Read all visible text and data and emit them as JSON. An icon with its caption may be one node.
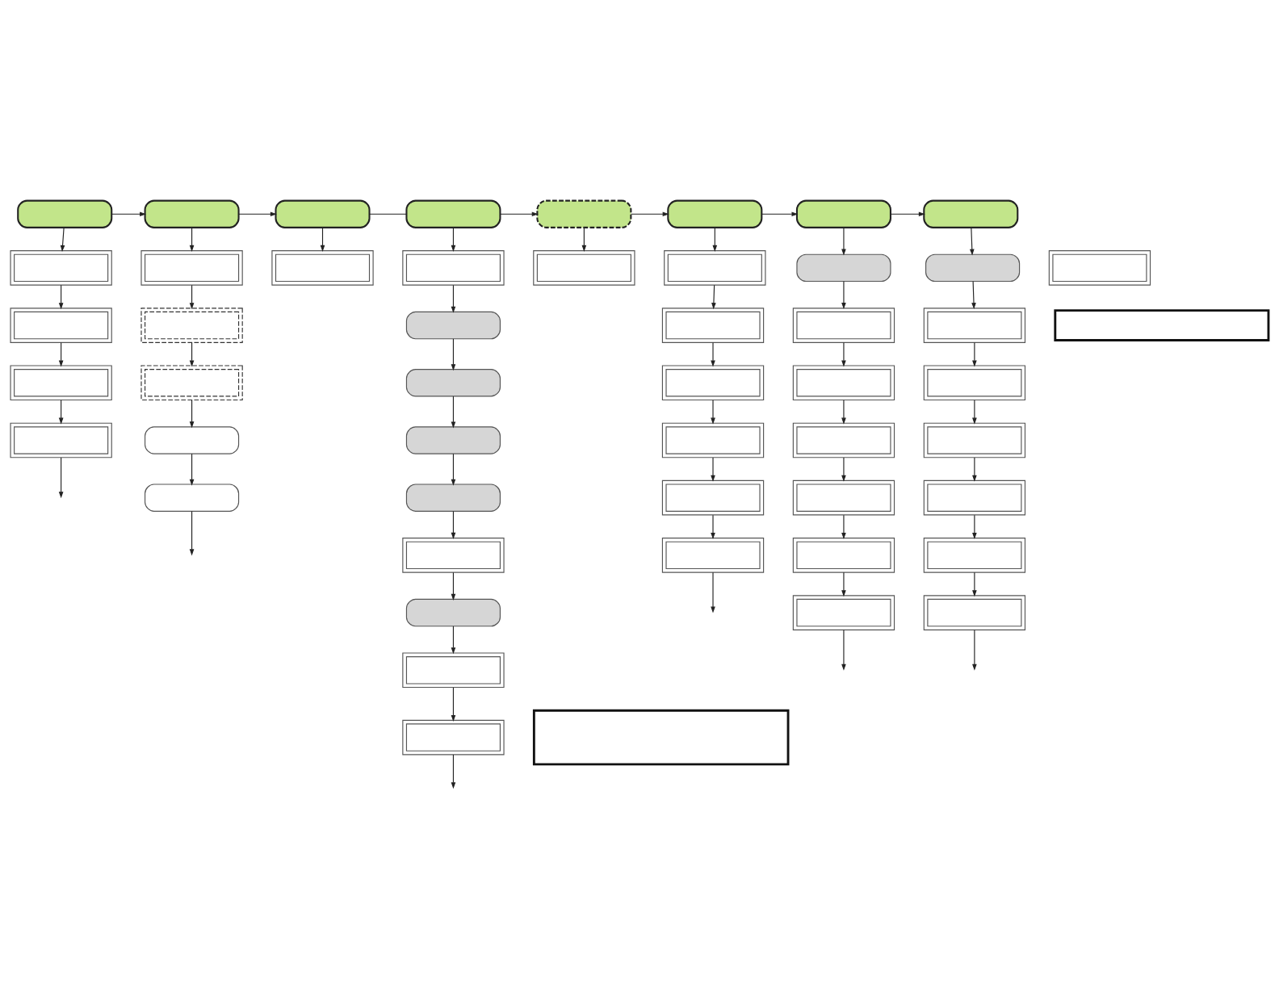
{
  "diagram": {
    "nodes": [
      {
        "text": [],
        "shape": "box"
      },
      {
        "text": [],
        "shape": "box"
      },
      {
        "text": [],
        "shape": "box"
      },
      {
        "text": [],
        "shape": "box"
      },
      {
        "text": [],
        "shape": "box"
      },
      {
        "text": [],
        "shape": "box"
      },
      {
        "text": [],
        "shape": "box"
      },
      {
        "text": [],
        "shape": "box"
      },
      {
        "text": [],
        "shape": "box"
      },
      {
        "text": [],
        "shape": "box"
      },
      {
        "text": [],
        "shape": "box"
      },
      {
        "text": [],
        "shape": "box"
      },
      {
        "text": [],
        "shape": "box"
      },
      {
        "text": [],
        "shape": "box"
      },
      {
        "text": [],
        "shape": "box"
      },
      {
        "text": [],
        "shape": "box"
      },
      {
        "text": [],
        "shape": "box"
      },
      {
        "text": [],
        "shape": "box"
      },
      {
        "text": [],
        "shape": "box"
      },
      {
        "text": [],
        "shape": "box"
      },
      {
        "text": [],
        "shape": "box"
      },
      {
        "text": [],
        "shape": "box"
      },
      {
        "text": [],
        "shape": "box"
      },
      {
        "text": [],
        "shape": "box"
      },
      {
        "text": [],
        "shape": "box"
      },
      {
        "text": [],
        "shape": "box"
      },
      {
        "text": [],
        "shape": "box"
      },
      {
        "text": [],
        "shape": "box"
      },
      {
        "text": [],
        "shape": "box"
      },
      {
        "text": [],
        "shape": "box"
      },
      {
        "text": [],
        "shape": "box"
      },
      {
        "text": [],
        "shape": "box"
      },
      {
        "text": [],
        "shape": "box"
      },
      {
        "text": [],
        "shape": "box"
      },
      {
        "text": [],
        "shape": "box"
      },
      {
        "text": [],
        "shape": "box"
      },
      {
        "text": [],
        "shape": "box"
      },
      {
        "text": [],
        "shape": "box"
      },
      {
        "text": [],
        "shape": "box"
      },
      {
        "text": [],
        "shape": "box"
      },
      {
        "text": [],
        "shape": "box"
      },
      {
        "text": [],
        "shape": "box"
      },
      {
        "text": [],
        "shape": "box"
      },
      {
        "text": [],
        "shape": "box"
      },
      {
        "text": [],
        "shape": "box"
      },
      {
        "text": [],
        "shape": "box"
      },
      {
        "text": [],
        "shape": "box"
      },
      {
        "text": [],
        "shape": "box"
      },
      {
        "text": [],
        "shape": "box"
      },
      {
        "text": [],
        "shape": "box"
      },
      {
        "text": [],
        "shape": "box"
      }
    ],
    "edges": [
      {
        "from": 0,
        "to": 1,
        "arrow": "to"
      },
      {
        "from": 1,
        "to": 2,
        "arrow": "to"
      },
      {
        "from": 2,
        "to": 3,
        "arrow": "none"
      },
      {
        "from": 3,
        "to": 4,
        "arrow": "to"
      },
      {
        "from": 4,
        "to": 5,
        "arrow": "to"
      },
      {
        "from": 5,
        "to": 6,
        "arrow": "to"
      },
      {
        "from": 6,
        "to": 7,
        "arrow": "to"
      },
      {
        "from": 0,
        "to": 8,
        "arrow": "to"
      },
      {
        "from": 8,
        "to": 9,
        "arrow": "to"
      },
      {
        "from": 9,
        "to": 10,
        "arrow": "to"
      },
      {
        "from": 10,
        "to": 11,
        "arrow": "to"
      },
      {
        "from": 11,
        "to": null,
        "arrow": "to"
      },
      {
        "from": 1,
        "to": 12,
        "arrow": "to"
      },
      {
        "from": 12,
        "to": 13,
        "arrow": "to"
      },
      {
        "from": 13,
        "to": 14,
        "arrow": "to"
      },
      {
        "from": 14,
        "to": 15,
        "arrow": "to"
      },
      {
        "from": 15,
        "to": 16,
        "arrow": "to"
      },
      {
        "from": 16,
        "to": null,
        "arrow": "to"
      },
      {
        "from": 2,
        "to": 17,
        "arrow": "to"
      },
      {
        "from": 3,
        "to": 20,
        "arrow": "to"
      },
      {
        "from": 20,
        "to": 21,
        "arrow": "to"
      },
      {
        "from": 21,
        "to": 22,
        "arrow": "to"
      },
      {
        "from": 22,
        "to": 23,
        "arrow": "to"
      },
      {
        "from": 23,
        "to": 24,
        "arrow": "to"
      },
      {
        "from": 24,
        "to": 25,
        "arrow": "to"
      },
      {
        "from": 25,
        "to": 26,
        "arrow": "to"
      },
      {
        "from": 26,
        "to": 27,
        "arrow": "to"
      },
      {
        "from": 27,
        "to": 28,
        "arrow": "to"
      },
      {
        "from": 28,
        "to": null,
        "arrow": "to"
      },
      {
        "from": 4,
        "to": 29,
        "arrow": "to"
      },
      {
        "from": 5,
        "to": 30,
        "arrow": "to"
      },
      {
        "from": 30,
        "to": 31,
        "arrow": "to"
      },
      {
        "from": 31,
        "to": 32,
        "arrow": "to"
      },
      {
        "from": 32,
        "to": 33,
        "arrow": "to"
      },
      {
        "from": 33,
        "to": 34,
        "arrow": "to"
      },
      {
        "from": 34,
        "to": 35,
        "arrow": "to"
      },
      {
        "from": 35,
        "to": null,
        "arrow": "to"
      },
      {
        "from": 6,
        "to": 37,
        "arrow": "to"
      },
      {
        "from": 37,
        "to": 38,
        "arrow": "to"
      },
      {
        "from": 38,
        "to": 39,
        "arrow": "to"
      },
      {
        "from": 39,
        "to": 40,
        "arrow": "to"
      },
      {
        "from": 40,
        "to": 41,
        "arrow": "to"
      },
      {
        "from": 41,
        "to": 42,
        "arrow": "to"
      },
      {
        "from": 42,
        "to": 43,
        "arrow": "to"
      },
      {
        "from": 43,
        "to": null,
        "arrow": "to"
      },
      {
        "from": 7,
        "to": 44,
        "arrow": "to"
      },
      {
        "from": 44,
        "to": 45,
        "arrow": "to"
      },
      {
        "from": 45,
        "to": 46,
        "arrow": "to"
      },
      {
        "from": 46,
        "to": 47,
        "arrow": "to"
      },
      {
        "from": 47,
        "to": 48,
        "arrow": "to"
      },
      {
        "from": 48,
        "to": 49,
        "arrow": "to"
      },
      {
        "from": 49,
        "to": 50,
        "arrow": "to"
      },
      {
        "from": 50,
        "to": null,
        "arrow": "to"
      }
    ]
  }
}
